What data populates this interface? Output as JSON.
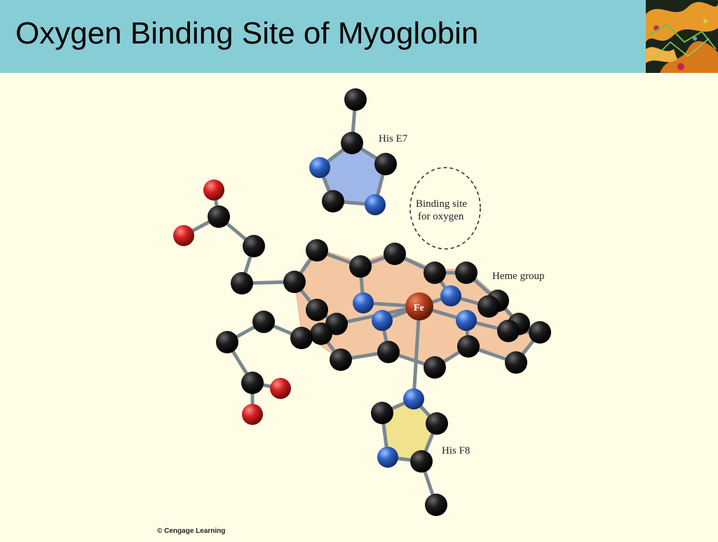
{
  "header": {
    "title": "Oxygen Binding Site of Myoglobin",
    "background_color": "#87cdd6",
    "thumbnail_icon": "protein-ribbon-thumbnail"
  },
  "diagram": {
    "labels": {
      "his_e7": "His E7",
      "binding_site_line1": "Binding site",
      "binding_site_line2": "for oxygen",
      "heme_group": "Heme group",
      "fe": "Fe",
      "his_f8": "His F8"
    },
    "colors": {
      "carbon": "#141414",
      "nitrogen": "#2f62c6",
      "oxygen": "#d42020",
      "iron": "#b8401e",
      "bond": "#7a8890",
      "heme_fill": "#f4c7a3",
      "his_e7_ring_fill": "#9fb6e8",
      "his_f8_ring_fill": "#f1e28e"
    }
  },
  "footer": {
    "credit": "© Cengage Learning"
  }
}
